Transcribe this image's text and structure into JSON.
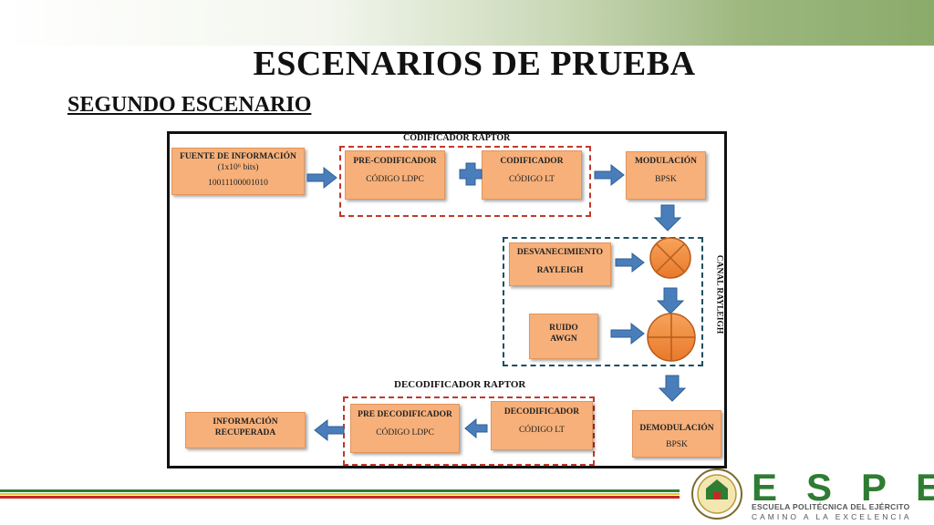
{
  "slide": {
    "title": "ESCENARIOS DE PRUEBA",
    "subtitle": "SEGUNDO ESCENARIO"
  },
  "diagram": {
    "encoder_group_label": "CODIFICADOR RAPTOR",
    "decoder_group_label": "DECODIFICADOR RAPTOR",
    "channel_group_label": "CANAL RAYLEIGH",
    "source": {
      "title": "FUENTE DE INFORMACIÓN",
      "line2": "(1x10⁶ bits)",
      "line3": "10011100001010"
    },
    "precoder": {
      "title": "PRE-CODIFICADOR",
      "sub": "CÓDIGO LDPC"
    },
    "encoder": {
      "title": "CODIFICADOR",
      "sub": "CÓDIGO LT"
    },
    "modulation": {
      "title": "MODULACIÓN",
      "sub": "BPSK"
    },
    "fading": {
      "title": "DESVANECIMIENTO",
      "sub": "RAYLEIGH"
    },
    "noise": {
      "title": "RUIDO",
      "sub": "AWGN"
    },
    "demodulation": {
      "title": "DEMODULACIÓN",
      "sub": "BPSK"
    },
    "decoder": {
      "title": "DECODIFICADOR",
      "sub": "CÓDIGO LT"
    },
    "predecoder": {
      "title": "PRE DECODIFICADOR",
      "sub": "CÓDIGO LDPC"
    },
    "recovered": {
      "title": "INFORMACIÓN",
      "sub": "RECUPERADA"
    }
  },
  "footer": {
    "logo_letters": "ESPE",
    "logo_line1": "ESCUELA POLITÉCNICA DEL EJÉRCITO",
    "logo_line2": "CAMINO A LA EXCELENCIA"
  },
  "colors": {
    "block_fill": "#f7b07a",
    "arrow_fill": "#4a7ebb",
    "encoder_border": "#c0392b",
    "channel_border": "#1f4e5f",
    "logo_green": "#2e7d32"
  }
}
